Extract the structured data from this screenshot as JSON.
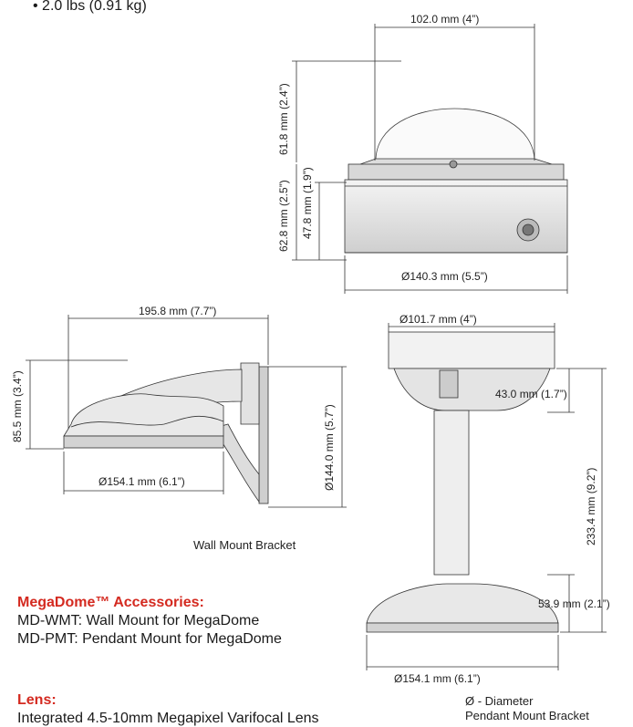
{
  "weight_bullet": "• 2.0 lbs (0.91 kg)",
  "camera": {
    "top_width": "102.0 mm (4”)",
    "dome_height": "61.8 mm (2.4”)",
    "body_height_total": "62.8 mm (2.5”)",
    "body_height_inner": "47.8 mm (1.9”)",
    "base_diameter": "Ø140.3 mm (5.5”)"
  },
  "wall_mount": {
    "width": "195.8 mm (7.7”)",
    "height_left": "85.5 mm (3.4”)",
    "height_right": "Ø144.0 mm (5.7”)",
    "base_diameter": "Ø154.1 mm (6.1”)",
    "caption": "Wall Mount Bracket"
  },
  "pendant_mount": {
    "top_diameter": "Ø101.7 mm (4”)",
    "top_height": "43.0 mm (1.7”)",
    "total_height": "233.4 mm (9.2”)",
    "base_height": "53.9 mm (2.1”)",
    "base_diameter": "Ø154.1 mm (6.1”)",
    "caption": "Pendant Mount Bracket",
    "legend": "Ø - Diameter"
  },
  "accessories": {
    "heading": "MegaDome™ Accessories:",
    "items": [
      "MD-WMT: Wall Mount for MegaDome",
      "MD-PMT: Pendant Mount for MegaDome"
    ]
  },
  "lens": {
    "heading": "Lens:",
    "description": "Integrated 4.5-10mm Megapixel Varifocal Lens"
  }
}
